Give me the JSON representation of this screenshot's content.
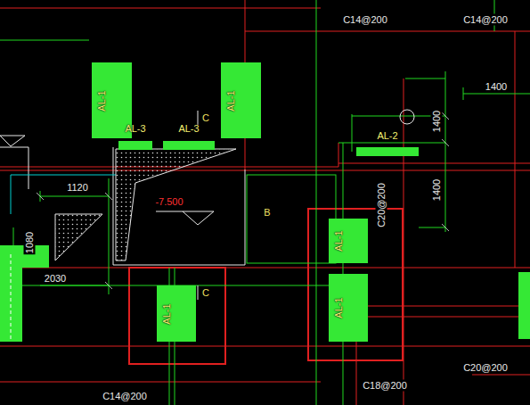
{
  "diagram": {
    "nodes": [
      {
        "text": [
          "AL-1"
        ]
      },
      {
        "text": [
          "AL-1"
        ]
      },
      {
        "text": [
          "AL-3"
        ]
      },
      {
        "text": [
          "AL-3"
        ]
      },
      {
        "text": [
          "AL-2"
        ]
      },
      {
        "text": [
          "AL-1"
        ]
      },
      {
        "text": [
          "AL-1"
        ]
      },
      {
        "text": [
          "AL-1"
        ]
      }
    ],
    "labels": [
      "C14@200",
      "C14@200",
      "1400",
      "1400",
      "C",
      "-7.500",
      "B",
      "1120",
      "1400",
      "C20@200",
      "1080",
      "2030",
      "C",
      "C20@200",
      "C18@200",
      "C14@200"
    ]
  }
}
